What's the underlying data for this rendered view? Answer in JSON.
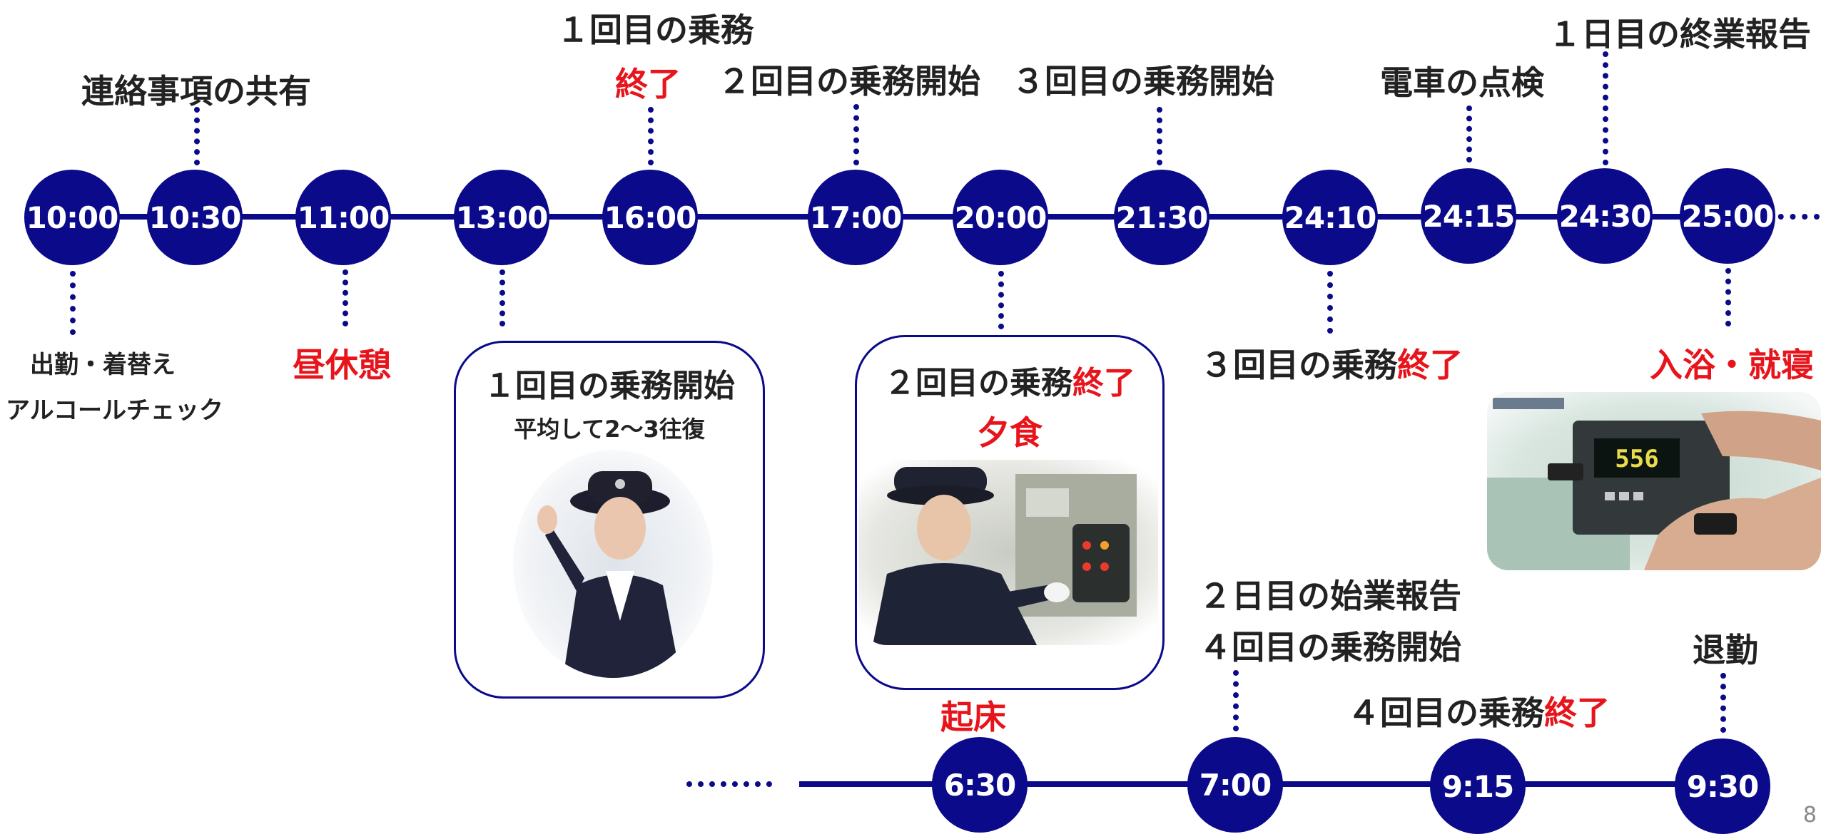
{
  "colors": {
    "node": "#0a0a8a",
    "text": "#222222",
    "accent": "#e8141b"
  },
  "day1": {
    "times": [
      "10:00",
      "10:30",
      "11:00",
      "13:00",
      "16:00",
      "17:00",
      "20:00",
      "21:30",
      "24:10",
      "24:15",
      "24:30",
      "25:00"
    ],
    "label_1000": {
      "a": "出勤・着替え",
      "b": "アルコールチェック"
    },
    "label_1030": "連絡事項の共有",
    "label_1100": "昼休憩",
    "label_1300": {
      "title": "１回目の乗務開始",
      "sub": "平均して2～3往復"
    },
    "label_1600": {
      "a": "１回目の乗務",
      "b": "終了"
    },
    "label_1700": "２回目の乗務開始",
    "label_2000": {
      "a": "２回目の乗務",
      "b": "終了",
      "c": "夕食"
    },
    "label_2130": "３回目の乗務開始",
    "label_2410": {
      "a": "３回目の乗務",
      "b": "終了"
    },
    "label_2415": "電車の点検",
    "label_2430": "１日目の終業報告",
    "label_2500": "入浴・就寝"
  },
  "day2": {
    "times": [
      "6:30",
      "7:00",
      "9:15",
      "9:30"
    ],
    "label_630": "起床",
    "label_700": {
      "a": "２日目の始業報告",
      "b": "４回目の乗務開始"
    },
    "label_915": {
      "a": "４回目の乗務",
      "b": "終了"
    },
    "label_930": "退勤"
  },
  "device_display": "556",
  "page_number": "8"
}
